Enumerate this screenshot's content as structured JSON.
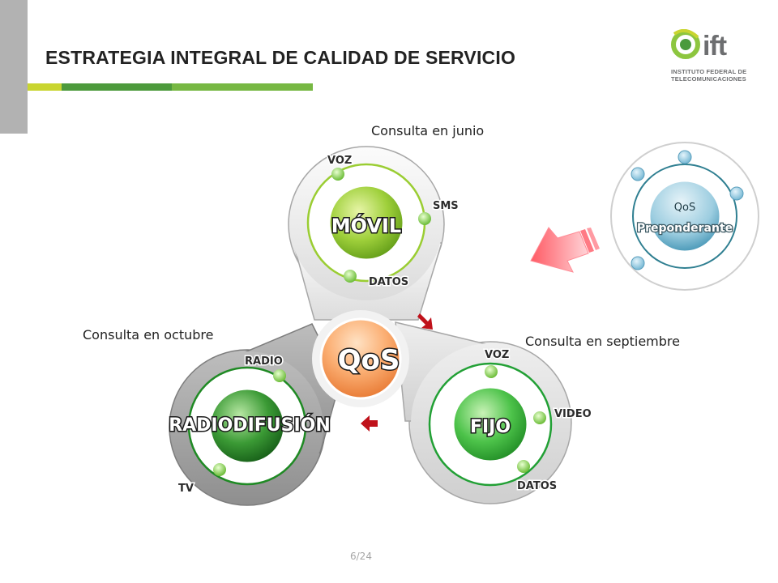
{
  "header": {
    "title": "ESTRATEGIA INTEGRAL DE CALIDAD DE SERVICIO",
    "accent_colors": [
      "#c9d530",
      "#4d9a3c",
      "#77b843"
    ]
  },
  "logo": {
    "brand": "ift",
    "line1": "INSTITUTO FEDERAL DE",
    "line2": "TELECOMUNICACIONES"
  },
  "diagram": {
    "center_label": "QoS",
    "movil": {
      "caption": "Consulta en junio",
      "label": "MÓVIL",
      "services": [
        "VOZ",
        "SMS",
        "DATOS"
      ]
    },
    "fijo": {
      "caption": "Consulta en septiembre",
      "label": "FIJO",
      "services": [
        "VOZ",
        "VIDEO",
        "DATOS"
      ]
    },
    "radio": {
      "caption": "Consulta en octubre",
      "label": "RADIODIFUSIÓN",
      "services": [
        "RADIO",
        "TV"
      ]
    },
    "preponderante": {
      "line1": "QoS",
      "line2": "Preponderante"
    }
  },
  "footer": {
    "page": "6/24"
  }
}
